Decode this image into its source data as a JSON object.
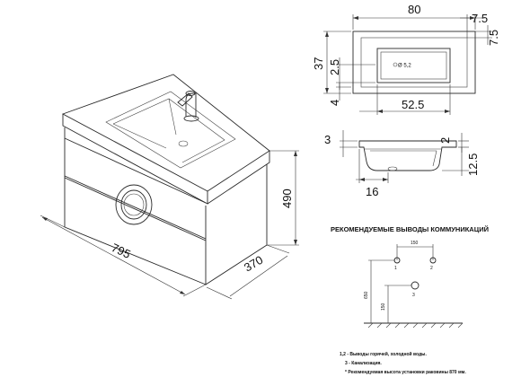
{
  "cabinet_view": {
    "width_label": "795",
    "depth_label": "370",
    "height_label": "490"
  },
  "top_view": {
    "overall_width": "80",
    "right_offset": "7.5",
    "top_offset": "7.5",
    "overall_depth": "37",
    "hole_offset": "2.5",
    "front_offset": "4",
    "bowl_width": "52.5",
    "hole_label": "Ø 5,2"
  },
  "section_view": {
    "top_thickness": "3",
    "rim": "2",
    "bowl_depth": "12.5",
    "front_overhang": "16"
  },
  "outlets": {
    "heading": "РЕКОМЕНДУЕМЫЕ ВЫВОДЫ КОММУНИКАЦИЙ",
    "spacing": "150",
    "height_main": "650",
    "height_drain": "150",
    "marker_1": "1",
    "marker_2": "2",
    "marker_3": "3",
    "notes": [
      "1,2 - Выводы горячей, холодной воды.",
      "3 - Канализация.",
      "* Рекомендуемая высота установки раковины 870 мм."
    ]
  }
}
